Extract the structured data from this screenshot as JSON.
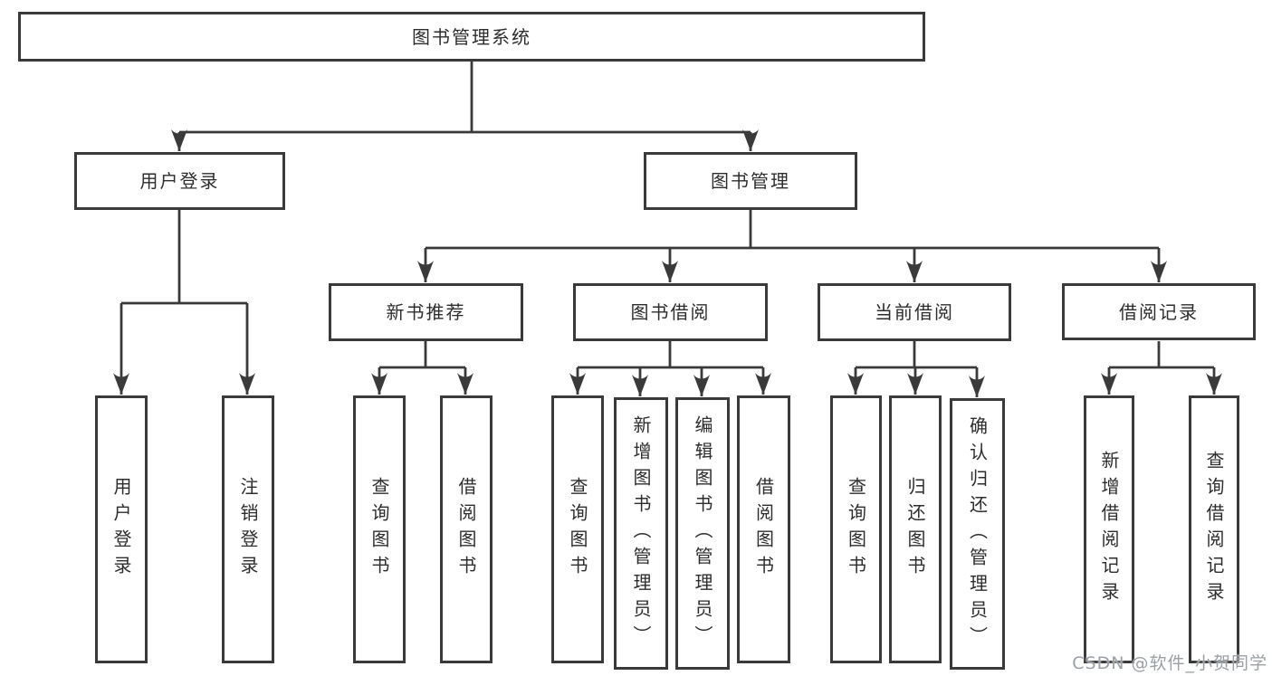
{
  "colors": {
    "line": "#3a3a3a",
    "border": "#3a3a3a",
    "fill": "#ffffff",
    "text": "#2d2d2d",
    "wm": "#9aa0a6"
  },
  "diagram": {
    "root": {
      "label": "图书管理系统"
    },
    "branches": [
      {
        "label": "用户登录",
        "leaves": [
          {
            "label": "用户登录"
          },
          {
            "label": "注销登录"
          }
        ]
      },
      {
        "label": "图书管理",
        "groups": [
          {
            "label": "新书推荐",
            "leaves": [
              {
                "label": "查询图书"
              },
              {
                "label": "借阅图书"
              }
            ]
          },
          {
            "label": "图书借阅",
            "leaves": [
              {
                "label": "查询图书"
              },
              {
                "label": "新增图书（管理员）"
              },
              {
                "label": "编辑图书（管理员）"
              },
              {
                "label": "借阅图书"
              }
            ]
          },
          {
            "label": "当前借阅",
            "leaves": [
              {
                "label": "查询图书"
              },
              {
                "label": "归还图书"
              },
              {
                "label": "确认归还（管理员）"
              }
            ]
          },
          {
            "label": "借阅记录",
            "leaves": [
              {
                "label": "新增借阅记录"
              },
              {
                "label": "查询借阅记录"
              }
            ]
          }
        ]
      }
    ]
  },
  "watermark": {
    "text": "CSDN @软件_小贺同学"
  }
}
